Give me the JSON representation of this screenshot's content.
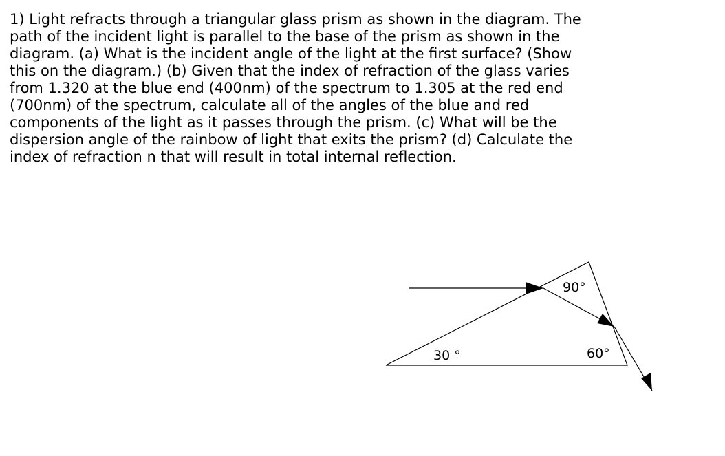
{
  "problem": {
    "lines": [
      "1) Light refracts through a triangular glass prism as shown in the diagram.  The",
      "path of the incident light is parallel to the base of the prism as shown in the",
      "diagram.  (a) What is the incident angle of the light at the first surface? (Show",
      "this on the diagram.)  (b) Given that the index of refraction of the glass varies",
      "from 1.320 at the blue end (400nm) of the spectrum to 1.305 at the red end",
      "(700nm) of the spectrum, calculate all of the angles of the blue and red",
      "components of the light as it passes through the prism.  (c) What will be the",
      "dispersion angle of the rainbow of light that exits the prism?  (d)  Calculate the",
      "index of refraction  n  that will result in total internal reflection."
    ]
  },
  "diagram": {
    "angles": {
      "top": "90°",
      "left": "30 °",
      "right": "60°"
    },
    "colors": {
      "stroke": "#000000"
    }
  }
}
